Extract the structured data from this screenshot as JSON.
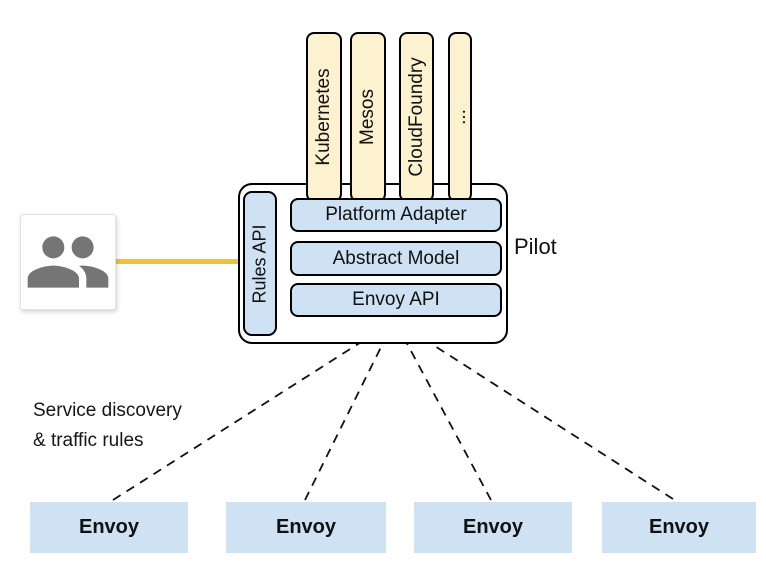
{
  "platform_bars": [
    {
      "label": "Kubernetes"
    },
    {
      "label": "Mesos"
    },
    {
      "label": "CloudFoundry"
    },
    {
      "label": "..."
    }
  ],
  "pilot": {
    "label": "Pilot",
    "rules_api_label": "Rules API",
    "layers": [
      {
        "label": "Platform Adapter"
      },
      {
        "label": "Abstract Model"
      },
      {
        "label": "Envoy API"
      }
    ]
  },
  "annotation": {
    "line1": "Service discovery",
    "line2": "& traffic rules"
  },
  "envoy_nodes": [
    {
      "label": "Envoy"
    },
    {
      "label": "Envoy"
    },
    {
      "label": "Envoy"
    },
    {
      "label": "Envoy"
    }
  ],
  "icons": {
    "users": "people-icon"
  },
  "colors": {
    "platform_fill": "#FCF2CF",
    "pilot_component_fill": "#CFE2F3",
    "envoy_fill": "#CFE2F3",
    "connector_yellow": "#F0C239",
    "icon_gray": "#757575",
    "outline": "#000000"
  }
}
